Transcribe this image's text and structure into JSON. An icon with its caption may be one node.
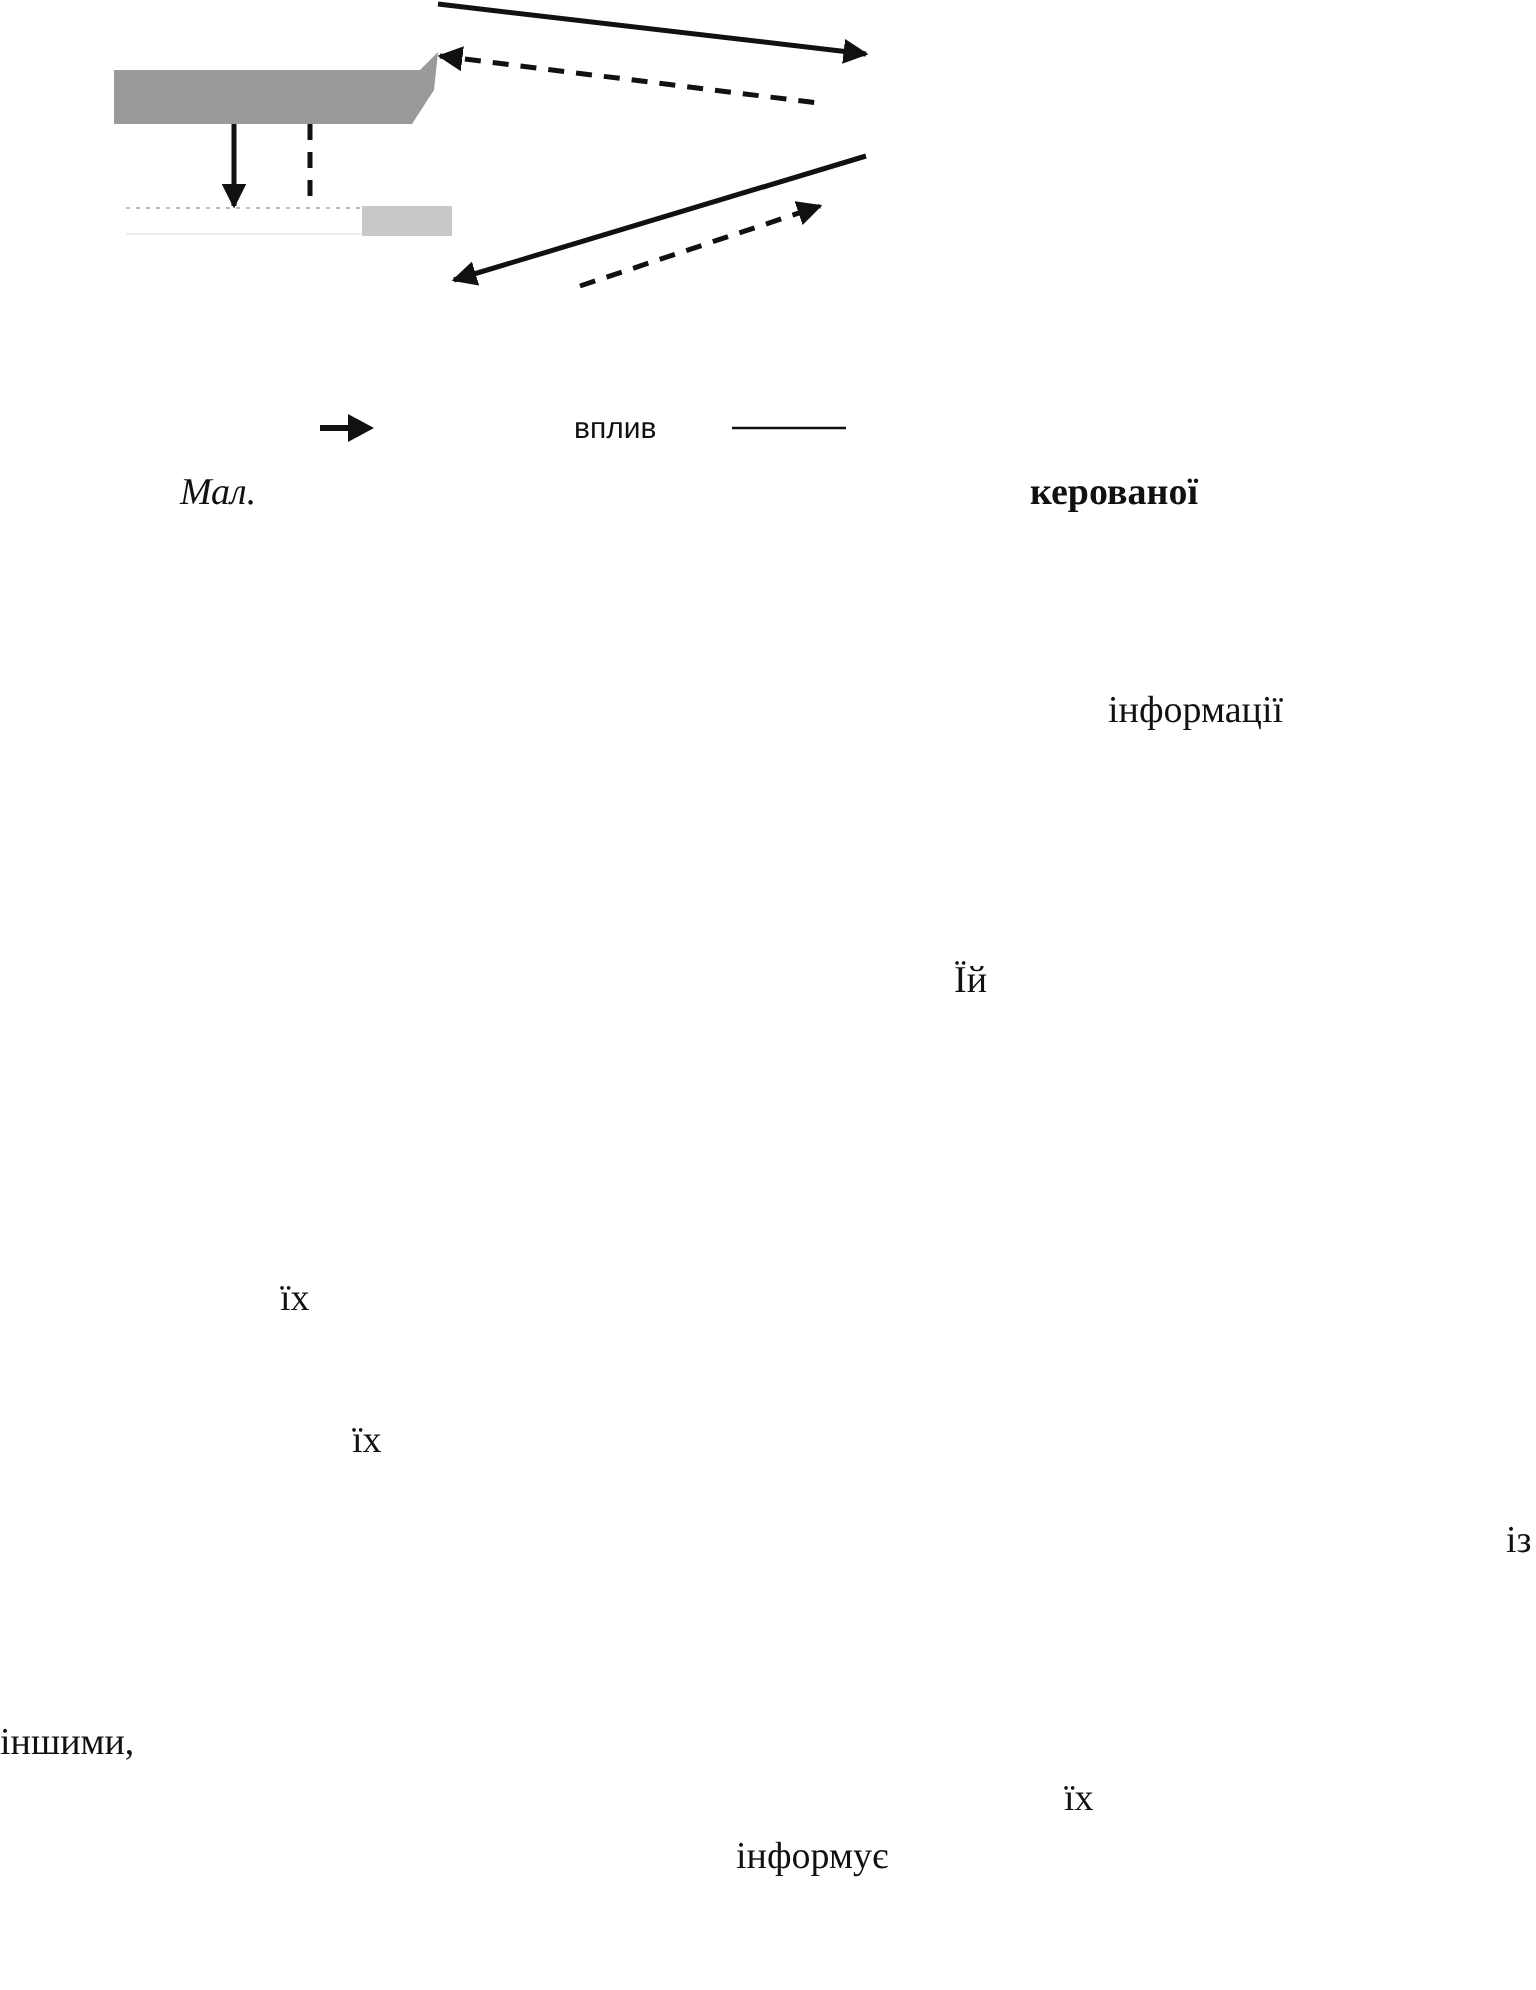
{
  "diagram": {
    "nodes": [
      {
        "text": [],
        "shape": "bar"
      },
      {
        "text": [],
        "shape": "bar"
      }
    ],
    "edges": [
      {
        "from": 0,
        "to": 1,
        "arrow": "to"
      },
      {
        "from": 0,
        "to": 1,
        "arrow": "none",
        "style": "dashed"
      },
      {
        "from": null,
        "to": 0,
        "arrow": "to",
        "style": "dashed"
      }
    ],
    "labels": [
      "Мал.",
      "керованої",
      "інформації",
      "Їй",
      "їх",
      "їх",
      "із",
      "іншими,",
      "їх",
      "інформує"
    ],
    "legend": [
      {
        "text": "вплив"
      }
    ]
  }
}
